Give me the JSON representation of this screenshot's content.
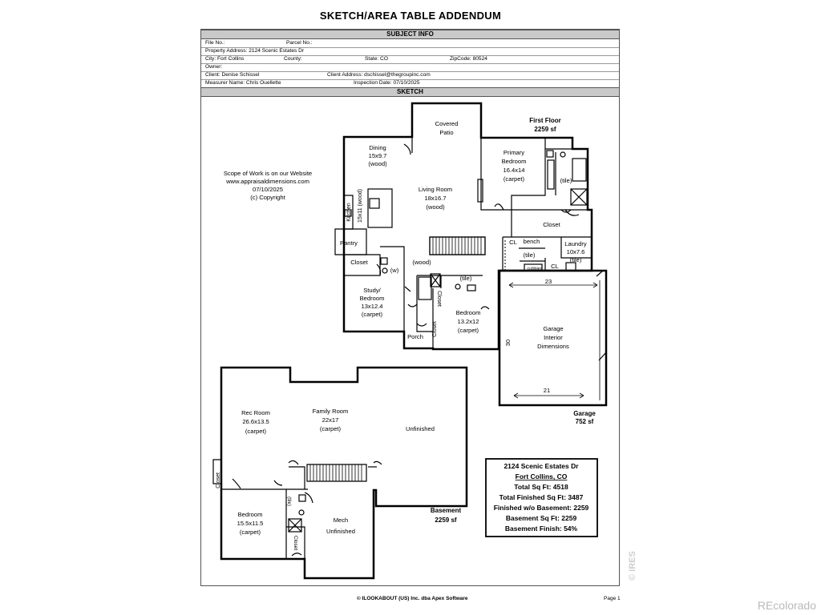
{
  "title": "SKETCH/AREA TABLE ADDENDUM",
  "subject_info_header": "SUBJECT INFO",
  "sketch_header": "SKETCH",
  "info": {
    "file_no": "File No.:",
    "parcel_no": "Parcel No.:",
    "property_address": "Property Address: 2124 Scenic Estates Dr",
    "city": "City: Fort Collins",
    "county": "County:",
    "state": "State: CO",
    "zip": "ZipCode: 80524",
    "owner": "Owner:",
    "client": "Client: Denise Schissel",
    "client_address": "Client Address: dschissel@thegroupinc.com",
    "measurer": "Measurer Name: Chris Ouellette",
    "inspection_date": "Inspection Date: 07/10/2025"
  },
  "scope_note": [
    "Scope of Work is on our Website",
    "www.appraisaldimensions.com",
    "07/10/2025",
    "(c) Copyright"
  ],
  "first_floor": {
    "label": "First Floor",
    "area": "2259 sf"
  },
  "garage": {
    "label": "Garage",
    "area": "752 sf",
    "interior": [
      "Garage",
      "Interior",
      "Dimensions"
    ],
    "dim_top": "23",
    "dim_side": "30",
    "dim_bottom": "21"
  },
  "basement": {
    "label": "Basement",
    "area": "2259 sf"
  },
  "rooms": {
    "covered_patio": [
      "Covered",
      "Patio"
    ],
    "dining": [
      "Dining",
      "15x9.7",
      "(wood)"
    ],
    "living": [
      "Living Room",
      "18x16.7",
      "(wood)"
    ],
    "primary": [
      "Primary",
      "Bedroom",
      "16.4x14",
      "(carpet)"
    ],
    "kitchen": "Kitchen",
    "kitchen_dim": "15x11 (wood)",
    "pantry": "Pantry",
    "closet": "Closet",
    "wood": "(wood)",
    "w": "(w)",
    "tile": "(tile)",
    "cl": "CL",
    "bench": "bench",
    "laundry": [
      "Laundry",
      "10x7.6",
      "(tile)"
    ],
    "cubbies": "cubbies",
    "study": [
      "Study/",
      "Bedroom",
      "13x12.4",
      "(carpet)"
    ],
    "bedroom2": [
      "Bedroom",
      "13.2x12",
      "(carpet)"
    ],
    "porch": "Porch",
    "rec_room": [
      "Rec Room",
      "26.6x13.5",
      "(carpet)"
    ],
    "family_room": [
      "Family Room",
      "22x17",
      "(carpet)"
    ],
    "unfinished": "Unfinished",
    "bsmt_bedroom": [
      "Bedroom",
      "15.5x11.5",
      "(carpet)"
    ],
    "mech": [
      "Mech",
      "Unfinished"
    ]
  },
  "summary": {
    "address": "2124 Scenic Estates Dr",
    "city": "Fort Collins, CO",
    "total_sqft": "Total Sq Ft: 4518",
    "total_finished": "Total Finished Sq Ft: 3487",
    "finished_wo_basement": "Finished w/o Basement: 2259",
    "basement_sqft": "Basement Sq Ft: 2259",
    "basement_finish": "Basement Finish: 54%"
  },
  "footer_left": "© ILOOKABOUT (US) Inc. dba Apex Software",
  "footer_right": "Page 1",
  "watermark": "REcolorado",
  "ires_mark": "© IRES"
}
